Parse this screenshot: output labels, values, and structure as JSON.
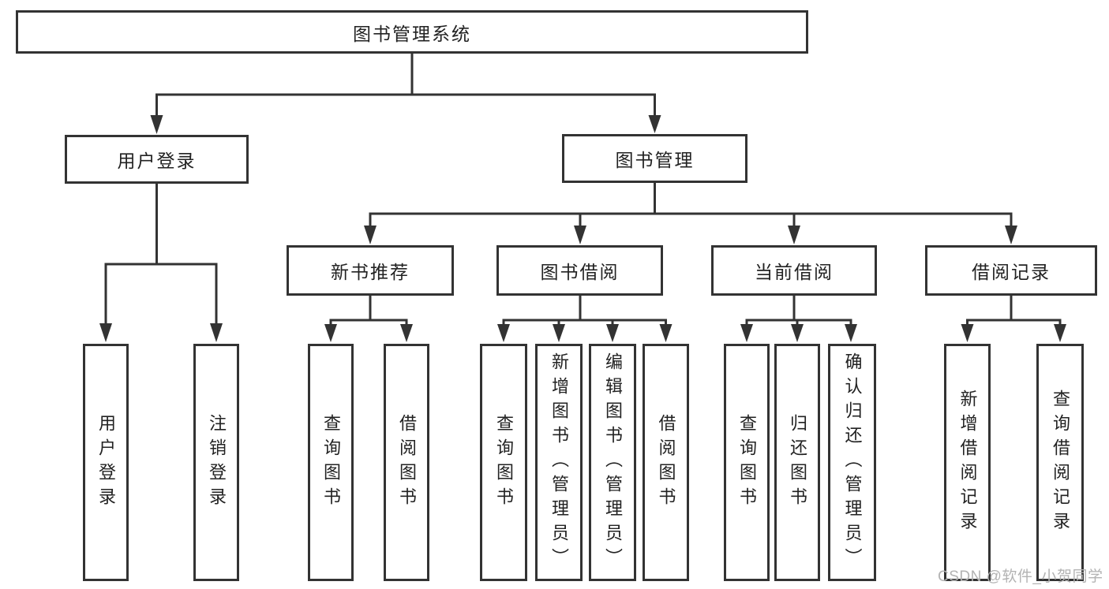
{
  "tree": {
    "root": {
      "label": "图书管理系统"
    },
    "branches": [
      {
        "label": "用户登录",
        "children": [
          {
            "label": "用户登录"
          },
          {
            "label": "注销登录"
          }
        ]
      },
      {
        "label": "图书管理",
        "children": [
          {
            "label": "新书推荐",
            "children": [
              {
                "label": "查询图书"
              },
              {
                "label": "借阅图书"
              }
            ]
          },
          {
            "label": "图书借阅",
            "children": [
              {
                "label": "查询图书"
              },
              {
                "label": "新增图书（管理员）"
              },
              {
                "label": "编辑图书（管理员）"
              },
              {
                "label": "借阅图书"
              }
            ]
          },
          {
            "label": "当前借阅",
            "children": [
              {
                "label": "查询图书"
              },
              {
                "label": "归还图书"
              },
              {
                "label": "确认归还（管理员）"
              }
            ]
          },
          {
            "label": "借阅记录",
            "children": [
              {
                "label": "新增借阅记录"
              },
              {
                "label": "查询借阅记录"
              }
            ]
          }
        ]
      }
    ]
  },
  "watermark": {
    "text": "CSDN @软件_小贺同学"
  },
  "colors": {
    "line": "#333333",
    "box_border": "#333333",
    "text": "#222222",
    "watermark": "#b3b3b3",
    "background": "#ffffff"
  }
}
